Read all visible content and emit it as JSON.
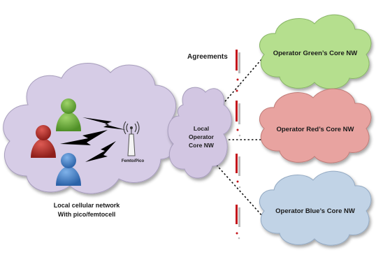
{
  "agreements_label": "Agreements",
  "local_network": {
    "caption_line1": "Local cellular network",
    "caption_line2": "With pico/femtocell",
    "cell_label": "Femto/Pico"
  },
  "local_core": {
    "line1": "Local",
    "line2": "Operator",
    "line3": "Core NW"
  },
  "operators": [
    {
      "name": "Operator Green’s Core NW",
      "color": "#b5df8e"
    },
    {
      "name": "Operator Red’s Core NW",
      "color": "#e8a3a0"
    },
    {
      "name": "Operator Blue’s Core NW",
      "color": "#c1d3e6"
    }
  ],
  "colors": {
    "local_cloud": "#d6cce6",
    "core_cloud": "#d2c6e2",
    "user_green": "#6fae3c",
    "user_red": "#b8302b",
    "user_blue": "#3f7fc8",
    "agreement_mark": "#c4161c"
  }
}
